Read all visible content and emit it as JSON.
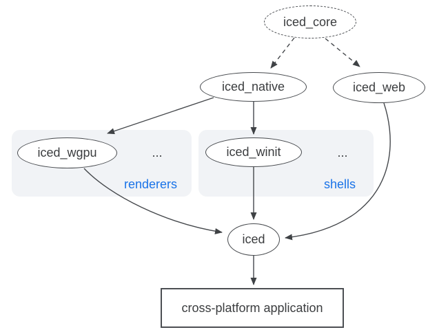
{
  "diagram": {
    "nodes": {
      "iced_core": {
        "label": "iced_core",
        "shape": "ellipse",
        "border": "dashed"
      },
      "iced_native": {
        "label": "iced_native",
        "shape": "ellipse",
        "border": "solid"
      },
      "iced_web": {
        "label": "iced_web",
        "shape": "ellipse",
        "border": "solid"
      },
      "iced_wgpu": {
        "label": "iced_wgpu",
        "shape": "ellipse",
        "border": "solid"
      },
      "iced_winit": {
        "label": "iced_winit",
        "shape": "ellipse",
        "border": "solid"
      },
      "iced": {
        "label": "iced",
        "shape": "ellipse",
        "border": "solid"
      },
      "app": {
        "label": "cross-platform application",
        "shape": "rectangle",
        "border": "solid"
      }
    },
    "groups": {
      "renderers": {
        "label": "renderers",
        "ellipsis": "...",
        "contains": [
          "iced_wgpu"
        ]
      },
      "shells": {
        "label": "shells",
        "ellipsis": "...",
        "contains": [
          "iced_winit"
        ]
      }
    },
    "edges": [
      {
        "from": "iced_core",
        "to": "iced_native",
        "style": "dashed"
      },
      {
        "from": "iced_core",
        "to": "iced_web",
        "style": "dashed"
      },
      {
        "from": "iced_native",
        "to": "iced_wgpu",
        "style": "solid"
      },
      {
        "from": "iced_native",
        "to": "iced_winit",
        "style": "solid"
      },
      {
        "from": "iced_winit",
        "to": "iced",
        "style": "solid"
      },
      {
        "from": "iced_wgpu",
        "to": "iced",
        "style": "solid"
      },
      {
        "from": "iced_web",
        "to": "iced",
        "style": "solid"
      },
      {
        "from": "iced",
        "to": "app",
        "style": "solid"
      }
    ],
    "colors": {
      "stroke": "#45484c",
      "text": "#3b3d3f",
      "group_fill": "#f1f3f6",
      "group_label_blue": "#1a73e8",
      "background": "#ffffff"
    }
  }
}
